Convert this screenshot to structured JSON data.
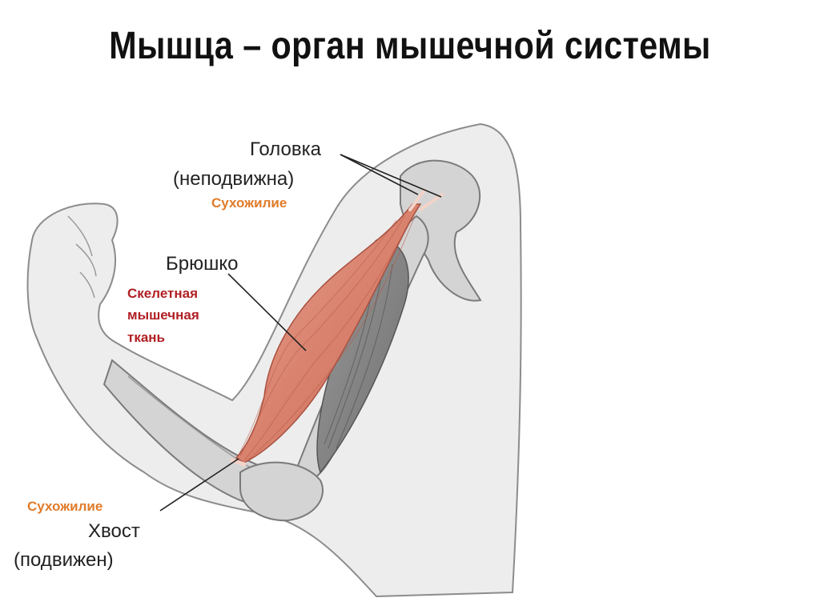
{
  "title": "Мышца – орган мышечной системы",
  "labels": {
    "head_line1": "Головка",
    "head_line2": "(неподвижна)",
    "tendon_top": "Сухожилие",
    "belly": "Брюшко",
    "tissue_line1": "Скелетная",
    "tissue_line2": "мышечная",
    "tissue_line3": "ткань",
    "tendon_bottom": "Сухожилие",
    "tail_line1": "Хвост",
    "tail_line2": "(подвижен)"
  },
  "colors": {
    "tendon_label": "#E07B2A",
    "tissue_label": "#B02024",
    "muscle": "#D9826E",
    "bone": "#D4D4D4",
    "skin": "#EDEDED"
  }
}
